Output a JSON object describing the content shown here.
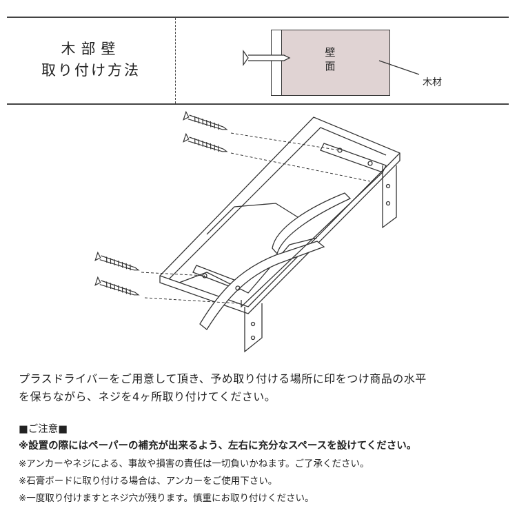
{
  "header": {
    "title_line1": "木部壁",
    "title_line2": "取り付け方法"
  },
  "diagram": {
    "wall_label": "壁面",
    "wood_label": "木材",
    "wall_color": "#e0d3d3"
  },
  "instructions": [
    "プラスドライバーをご用意して頂き、予め取り付ける場所に印をつけ商品の水平",
    "を保ちながら、ネジを4ヶ所取り付けてください。"
  ],
  "notes": {
    "heading": "■ご注意■",
    "items": [
      "※設置の際にはペーパーの補充が出来るよう、左右に充分なスペースを設けてください。",
      "※アンカーやネジによる、事故や損害の責任は一切負いかねます。ご了承ください。",
      "※石膏ボードに取り付ける場合は、アンカーをご使用下さい。",
      "※一度取り付けますとネジ穴が残ります。慎重にお取り付けください。"
    ]
  }
}
